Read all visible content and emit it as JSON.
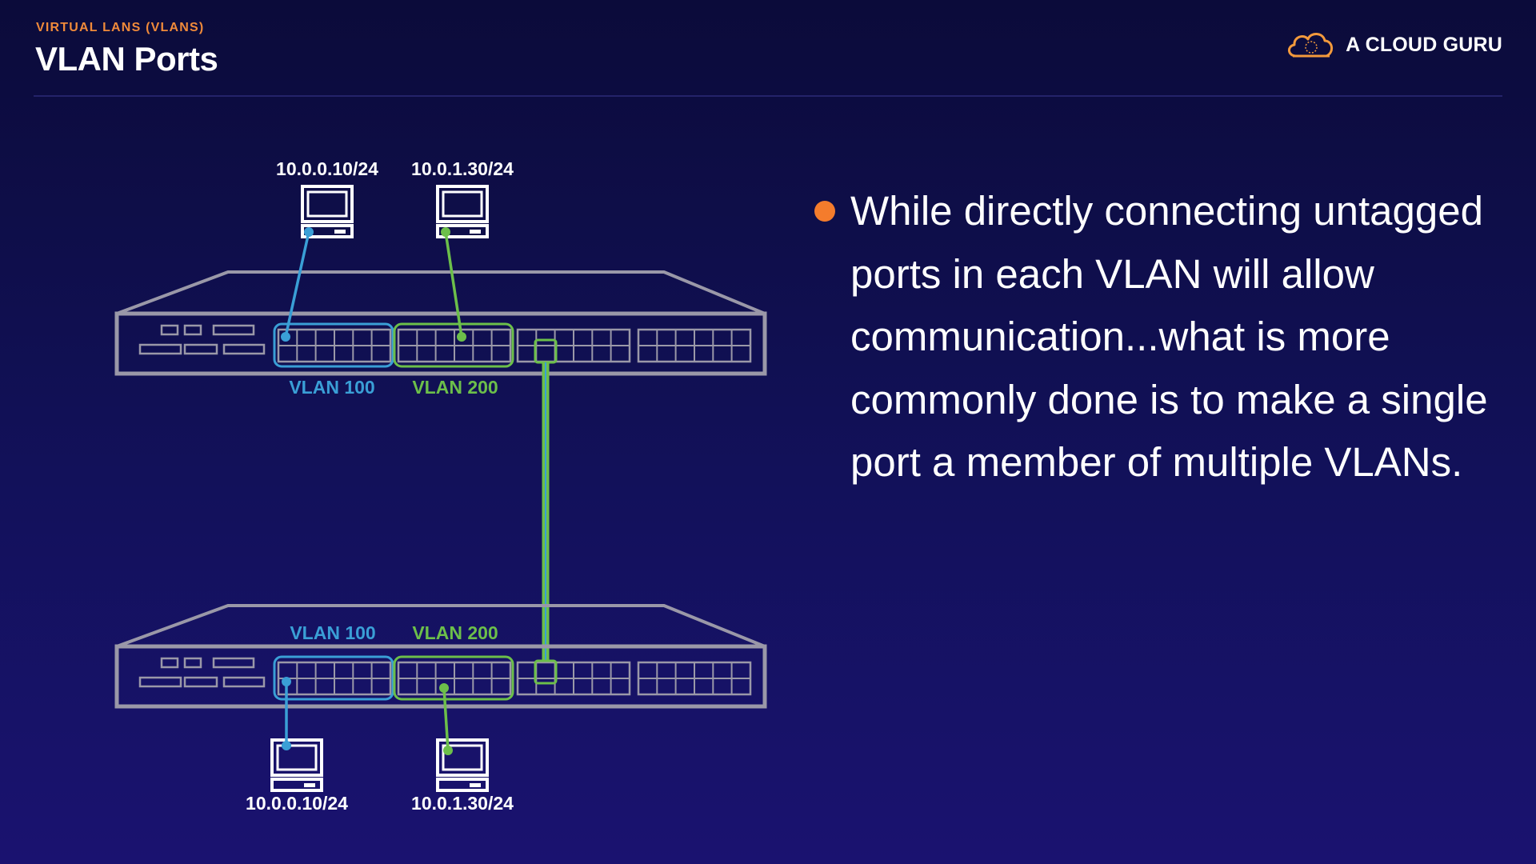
{
  "header": {
    "eyebrow": "VIRTUAL LANS (VLANS)",
    "title": "VLAN Ports",
    "brand": "A CLOUD GURU"
  },
  "diagram": {
    "top_switch": {
      "hosts": [
        {
          "ip": "10.0.0.10/24",
          "vlan": "VLAN 100"
        },
        {
          "ip": "10.0.1.30/24",
          "vlan": "VLAN 200"
        }
      ],
      "vlan_labels": [
        "VLAN 100",
        "VLAN 200"
      ]
    },
    "bottom_switch": {
      "hosts": [
        {
          "ip": "10.0.0.10/24",
          "vlan": "VLAN 100"
        },
        {
          "ip": "10.0.1.30/24",
          "vlan": "VLAN 200"
        }
      ],
      "vlan_labels": [
        "VLAN 100",
        "VLAN 200"
      ]
    },
    "colors": {
      "vlan100": "#3a9fd6",
      "vlan200": "#6cbf4a",
      "switch_outline": "#9a98a8",
      "trunk": "#6cbf4a"
    }
  },
  "content": {
    "bullet": "While directly connecting untagged ports in each VLAN will allow communication...what is more commonly done is to make a single port a member of multiple VLANs.",
    "bullet_color": "#f47c2c"
  }
}
